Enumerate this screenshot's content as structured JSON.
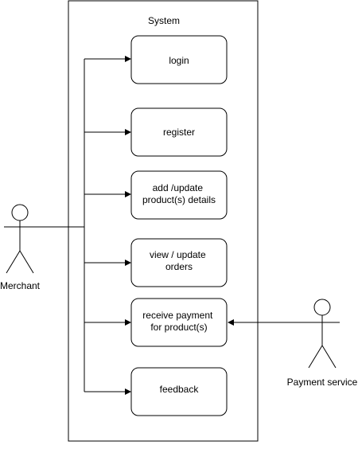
{
  "system": {
    "label": "System"
  },
  "actors": {
    "merchant": {
      "label": "Merchant"
    },
    "payment_service": {
      "label": "Payment service"
    }
  },
  "use_cases": [
    {
      "id": "login",
      "lines": [
        "login"
      ]
    },
    {
      "id": "register",
      "lines": [
        "register"
      ]
    },
    {
      "id": "add-update-product-details",
      "lines": [
        "add /update",
        "product(s) details"
      ]
    },
    {
      "id": "view-update-orders",
      "lines": [
        "view / update",
        "orders"
      ]
    },
    {
      "id": "receive-payment",
      "lines": [
        "receive payment",
        "for product(s)"
      ]
    },
    {
      "id": "feedback",
      "lines": [
        "feedback"
      ]
    }
  ]
}
